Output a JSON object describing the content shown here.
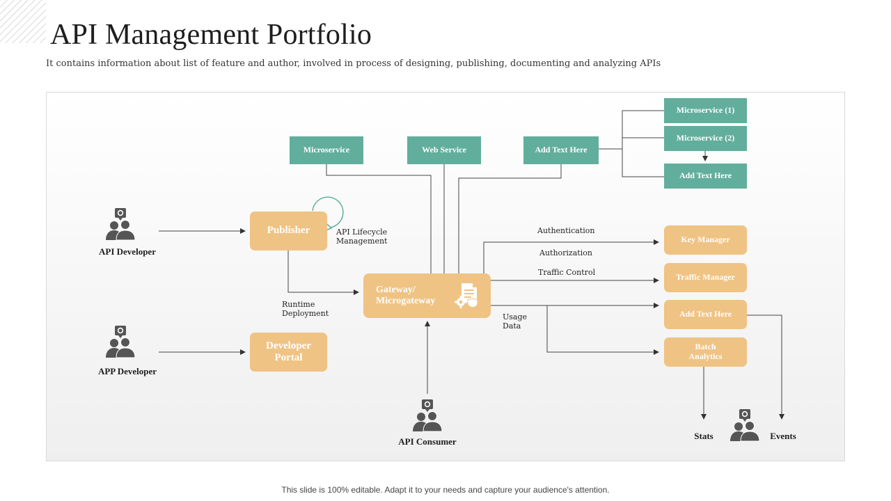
{
  "title": "API Management Portfolio",
  "subtitle": "It contains information about  list of feature and author, involved in process of designing, publishing, documenting and analyzing APIs",
  "footer": "This slide is 100% editable. Adapt it to your needs and capture your audience's attention.",
  "colors": {
    "teal": "#62ae9d",
    "tan": "#efc384",
    "icon": "#555555",
    "line": "#333333"
  },
  "icons": {
    "person": "people-with-gear-icon",
    "gateway": "document-gear-shield-icon",
    "lifecycle": "circular-arrow-icon"
  },
  "diagram": {
    "top_boxes": {
      "microservice": "Microservice",
      "web_service": "Web Service",
      "add_text": "Add Text Here"
    },
    "right_top_boxes": {
      "micro1": "Microservice (1)",
      "micro2": "Microservice (2)",
      "add_text": "Add Text Here"
    },
    "publisher": "Publisher",
    "developer_portal": "Developer Portal",
    "gateway": "Gateway/ Microgateway",
    "right_boxes": {
      "key_manager": "Key Manager",
      "traffic_manager": "Traffic Manager",
      "add_text": "Add Text Here",
      "batch_analytics": "Batch Analytics"
    },
    "labels": {
      "lifecycle": "API Lifecycle Management",
      "runtime": "Runtime Deployment",
      "authentication": "Authentication",
      "authorization": "Authorization",
      "traffic_control": "Traffic Control",
      "usage_data": "Usage Data"
    },
    "people": {
      "api_developer": "API Developer",
      "app_developer": "APP Developer",
      "api_consumer": "API Consumer"
    },
    "outputs": {
      "stats": "Stats",
      "events": "Events"
    }
  }
}
